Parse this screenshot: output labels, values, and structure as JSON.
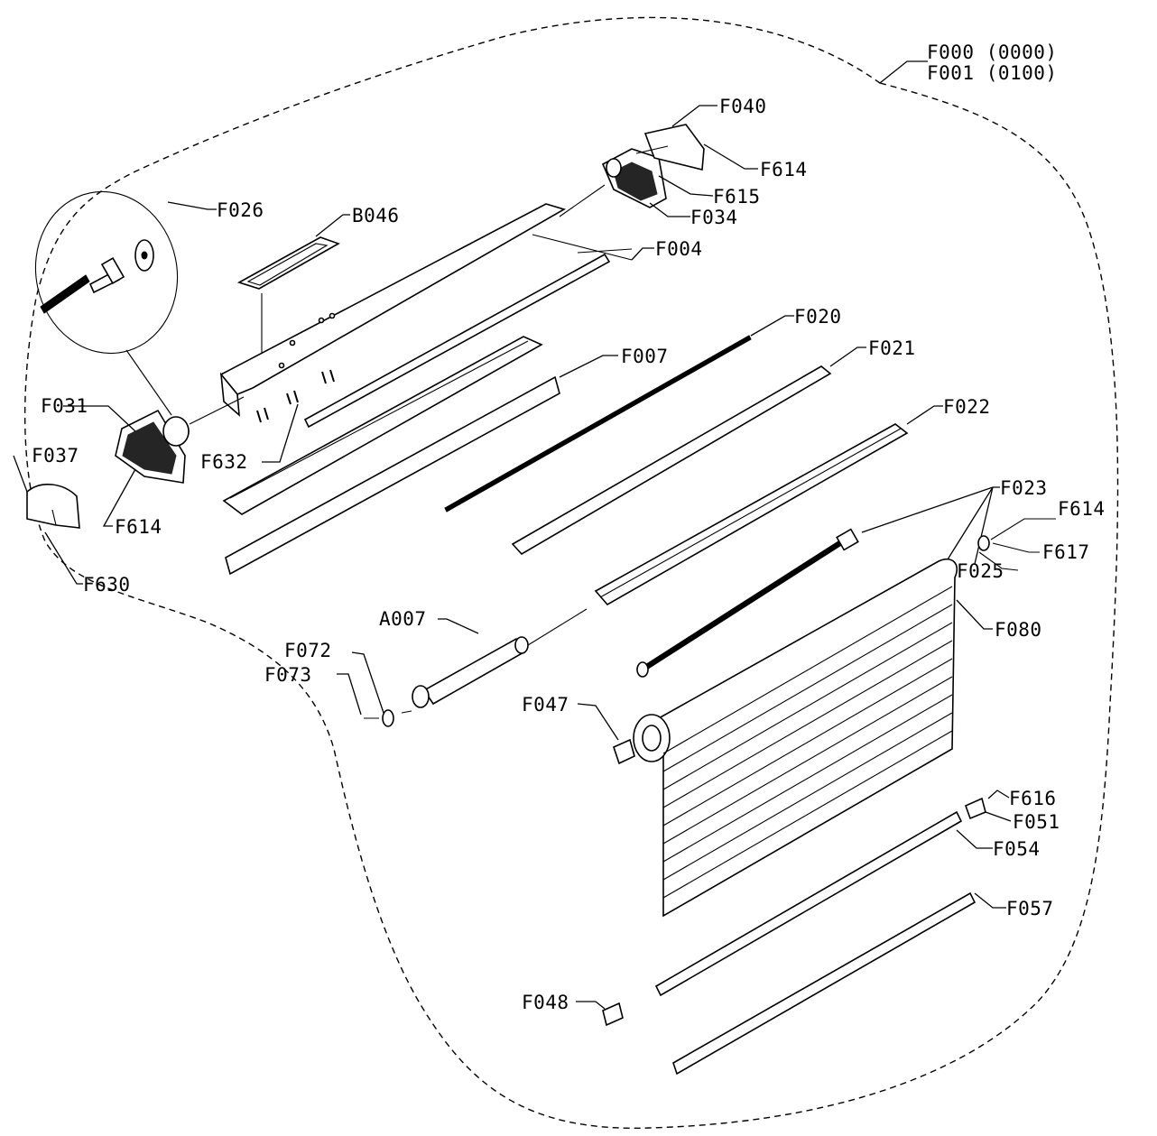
{
  "assembly_labels": [
    "F000 (0000)",
    "F001 (0100)"
  ],
  "labels": {
    "F040": "F040",
    "F614_top": "F614",
    "F615": "F615",
    "F034": "F034",
    "F026": "F026",
    "B046": "B046",
    "F004": "F004",
    "F020": "F020",
    "F021": "F021",
    "F007": "F007",
    "F031": "F031",
    "F037": "F037",
    "F632": "F632",
    "F614_left": "F614",
    "F630": "F630",
    "F022": "F022",
    "F023": "F023",
    "F614_right": "F614",
    "F617": "F617",
    "F025": "F025",
    "A007": "A007",
    "F080": "F080",
    "F072": "F072",
    "F073": "F073",
    "F047": "F047",
    "F616": "F616",
    "F051": "F051",
    "F054": "F054",
    "F057": "F057",
    "F048": "F048"
  },
  "colors": {
    "line": "#000000",
    "background": "#ffffff"
  }
}
